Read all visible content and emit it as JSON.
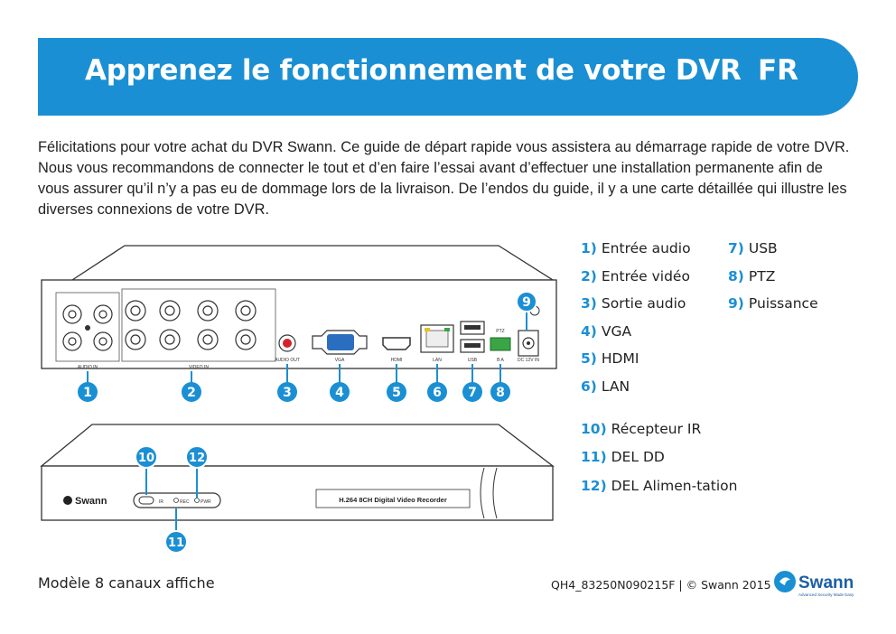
{
  "header": {
    "title": "Apprenez le fonctionnement de votre DVR",
    "lang": "FR"
  },
  "intro": "Félicitations pour votre achat du DVR Swann. Ce guide de départ rapide vous assistera au démarrage rapide de votre DVR. Nous vous recommandons de connecter le tout et d’en faire l’essai avant d’effectuer une installation permanente afin de vous assurer qu’il n’y a pas eu de dommage lors de la livraison. De l’endos du guide, il y a une carte détaillée qui illustre les diverses connexions de votre DVR.",
  "legend_left": [
    {
      "num": "1)",
      "label": "Entrée audio"
    },
    {
      "num": "2)",
      "label": "Entrée vidéo"
    },
    {
      "num": "3)",
      "label": "Sortie audio"
    },
    {
      "num": "4)",
      "label": "VGA"
    },
    {
      "num": "5)",
      "label": "HDMI"
    },
    {
      "num": "6)",
      "label": "LAN"
    }
  ],
  "legend_right": [
    {
      "num": "7)",
      "label": "USB"
    },
    {
      "num": "8)",
      "label": "PTZ"
    },
    {
      "num": "9)",
      "label": "Puissance"
    }
  ],
  "legend_front": [
    {
      "num": "10)",
      "label": "Récepteur IR"
    },
    {
      "num": "11)",
      "label": "DEL DD"
    },
    {
      "num": "12)",
      "label": "DEL Alimen-tation"
    }
  ],
  "rear_panel": {
    "audio_in": "AUDIO IN",
    "video_in": "VIDEO IN",
    "audio_out": "AUDIO OUT",
    "vga": "VGA",
    "hdmi": "HDMI",
    "lan": "LAN",
    "usb": "USB",
    "ptz": "PTZ",
    "ptz_pins": "B A",
    "power": "DC 12V IN",
    "callouts": [
      "1",
      "2",
      "3",
      "4",
      "5",
      "6",
      "7",
      "8",
      "9"
    ]
  },
  "front_panel": {
    "brand": "Swann",
    "model_text": "H.264 8CH Digital Video Recorder",
    "ir_label": "IR",
    "rec_label": "REC",
    "pwr_label": "PWR",
    "callouts": [
      "10",
      "11",
      "12"
    ]
  },
  "footer": {
    "caption": "Modèle 8 canaux affiche",
    "code": "QH4_83250N090215F | © Swann 2015",
    "logo_text": "Swann",
    "logo_tagline": "Advanced Security Made Easy"
  },
  "colors": {
    "accent": "#1b8fd3"
  }
}
